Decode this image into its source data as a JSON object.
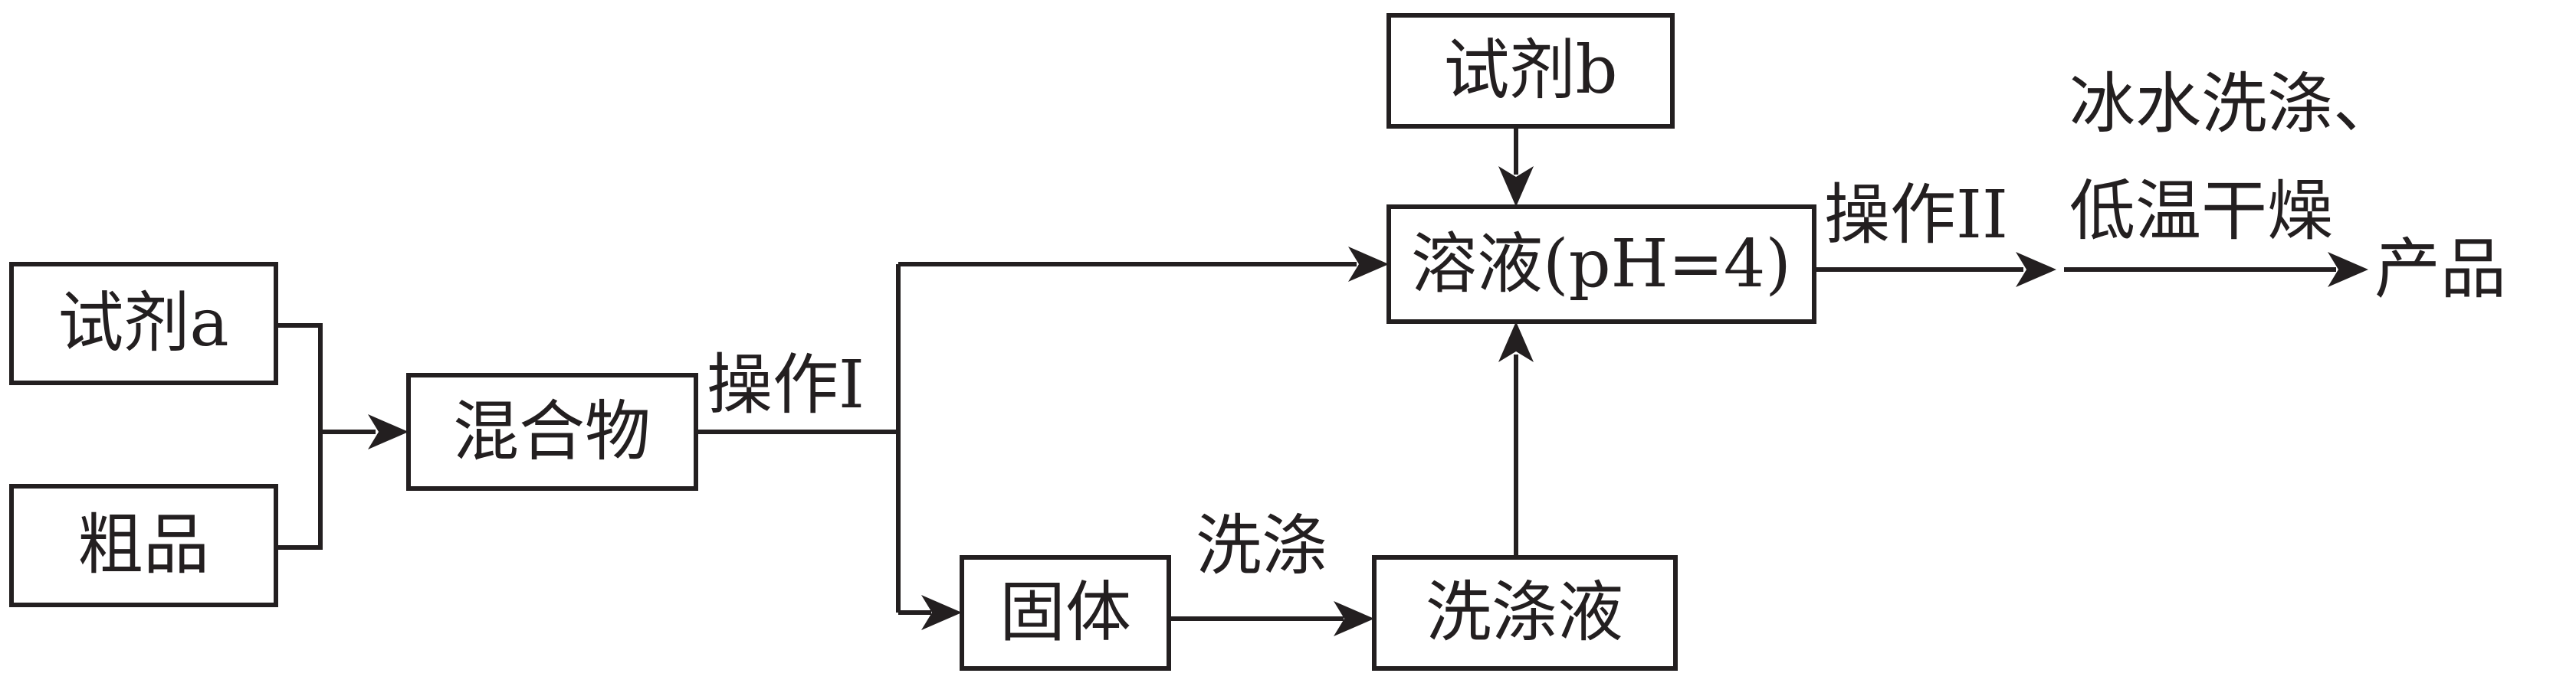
{
  "nodes": {
    "reagent_a": "试剂a",
    "crude": "粗品",
    "mixture": "混合物",
    "solid": "固体",
    "wash_liquid": "洗涤液",
    "reagent_b": "试剂b",
    "solution": "溶液(pH=4)",
    "product": "产品"
  },
  "edges": {
    "op1": "操作I",
    "wash": "洗涤",
    "op2": "操作II",
    "final_step_line1": "冰水洗涤、",
    "final_step_line2": "低温干燥"
  }
}
